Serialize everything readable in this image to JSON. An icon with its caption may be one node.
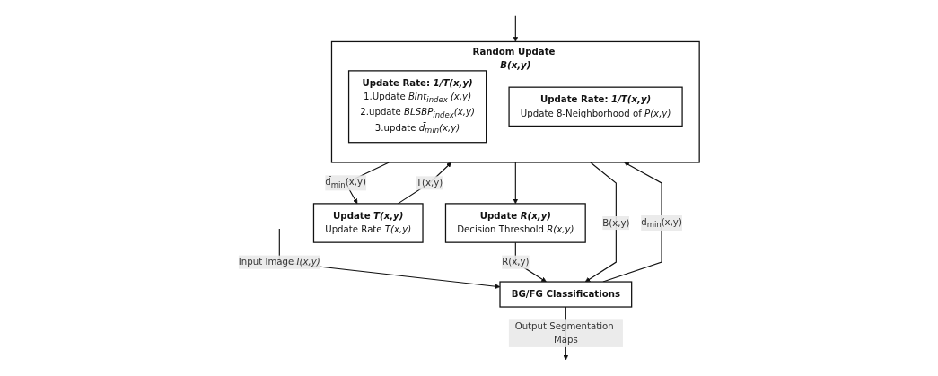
{
  "diagram": {
    "nodes": [
      {
        "text": [
          "BG/FG Classifications"
        ]
      },
      {
        "text": [
          "Random Update *B(x,y)*"
        ]
      },
      {
        "text": [
          "Update Rate: *1/T(x,y)*",
          "1.Update *BInt$_{index}$ (x,y)*",
          "2.update *BLSBP$_{index}$(x,y)*",
          "3.update *d̄$_{min}$(x,y)*"
        ],
        "in": 1
      },
      {
        "text": [
          "Update Rate: *1/T(x,y)*",
          "Update 8-Neighborhood of *P(x,y)*"
        ],
        "in": 1
      },
      {
        "text": [
          "Update *R(x,y)*",
          "Decision Threshold *R(x,y)*"
        ]
      },
      {
        "text": [
          "Update *T(x,y)*",
          "Update Rate *T(x,y)*"
        ]
      }
    ],
    "edges": [
      {
        "from": null,
        "to": 0,
        "arrow": "to",
        "label": "Input Image *I(x,y)*"
      },
      {
        "from": null,
        "to": 1,
        "arrow": "to"
      },
      {
        "from": 0,
        "to": null,
        "arrow": "to",
        "label": "Output Segmentation Maps"
      },
      {
        "from": 0,
        "to": 1,
        "arrow": "to",
        "label": "d$_{min}$(x,y)"
      },
      {
        "from": 1,
        "to": 0,
        "arrow": "to",
        "label": "B(x,y)"
      },
      {
        "from": 4,
        "to": 0,
        "arrow": "to",
        "label": "R(x,y)"
      },
      {
        "from": 5,
        "to": 1,
        "arrow": "to",
        "label": "T(x,y)"
      },
      {
        "from": 1,
        "to": 4,
        "arrow": "to"
      },
      {
        "from": 1,
        "to": 5,
        "arrow": "to",
        "label": "d̄$_{min}$(x,y)"
      }
    ]
  }
}
